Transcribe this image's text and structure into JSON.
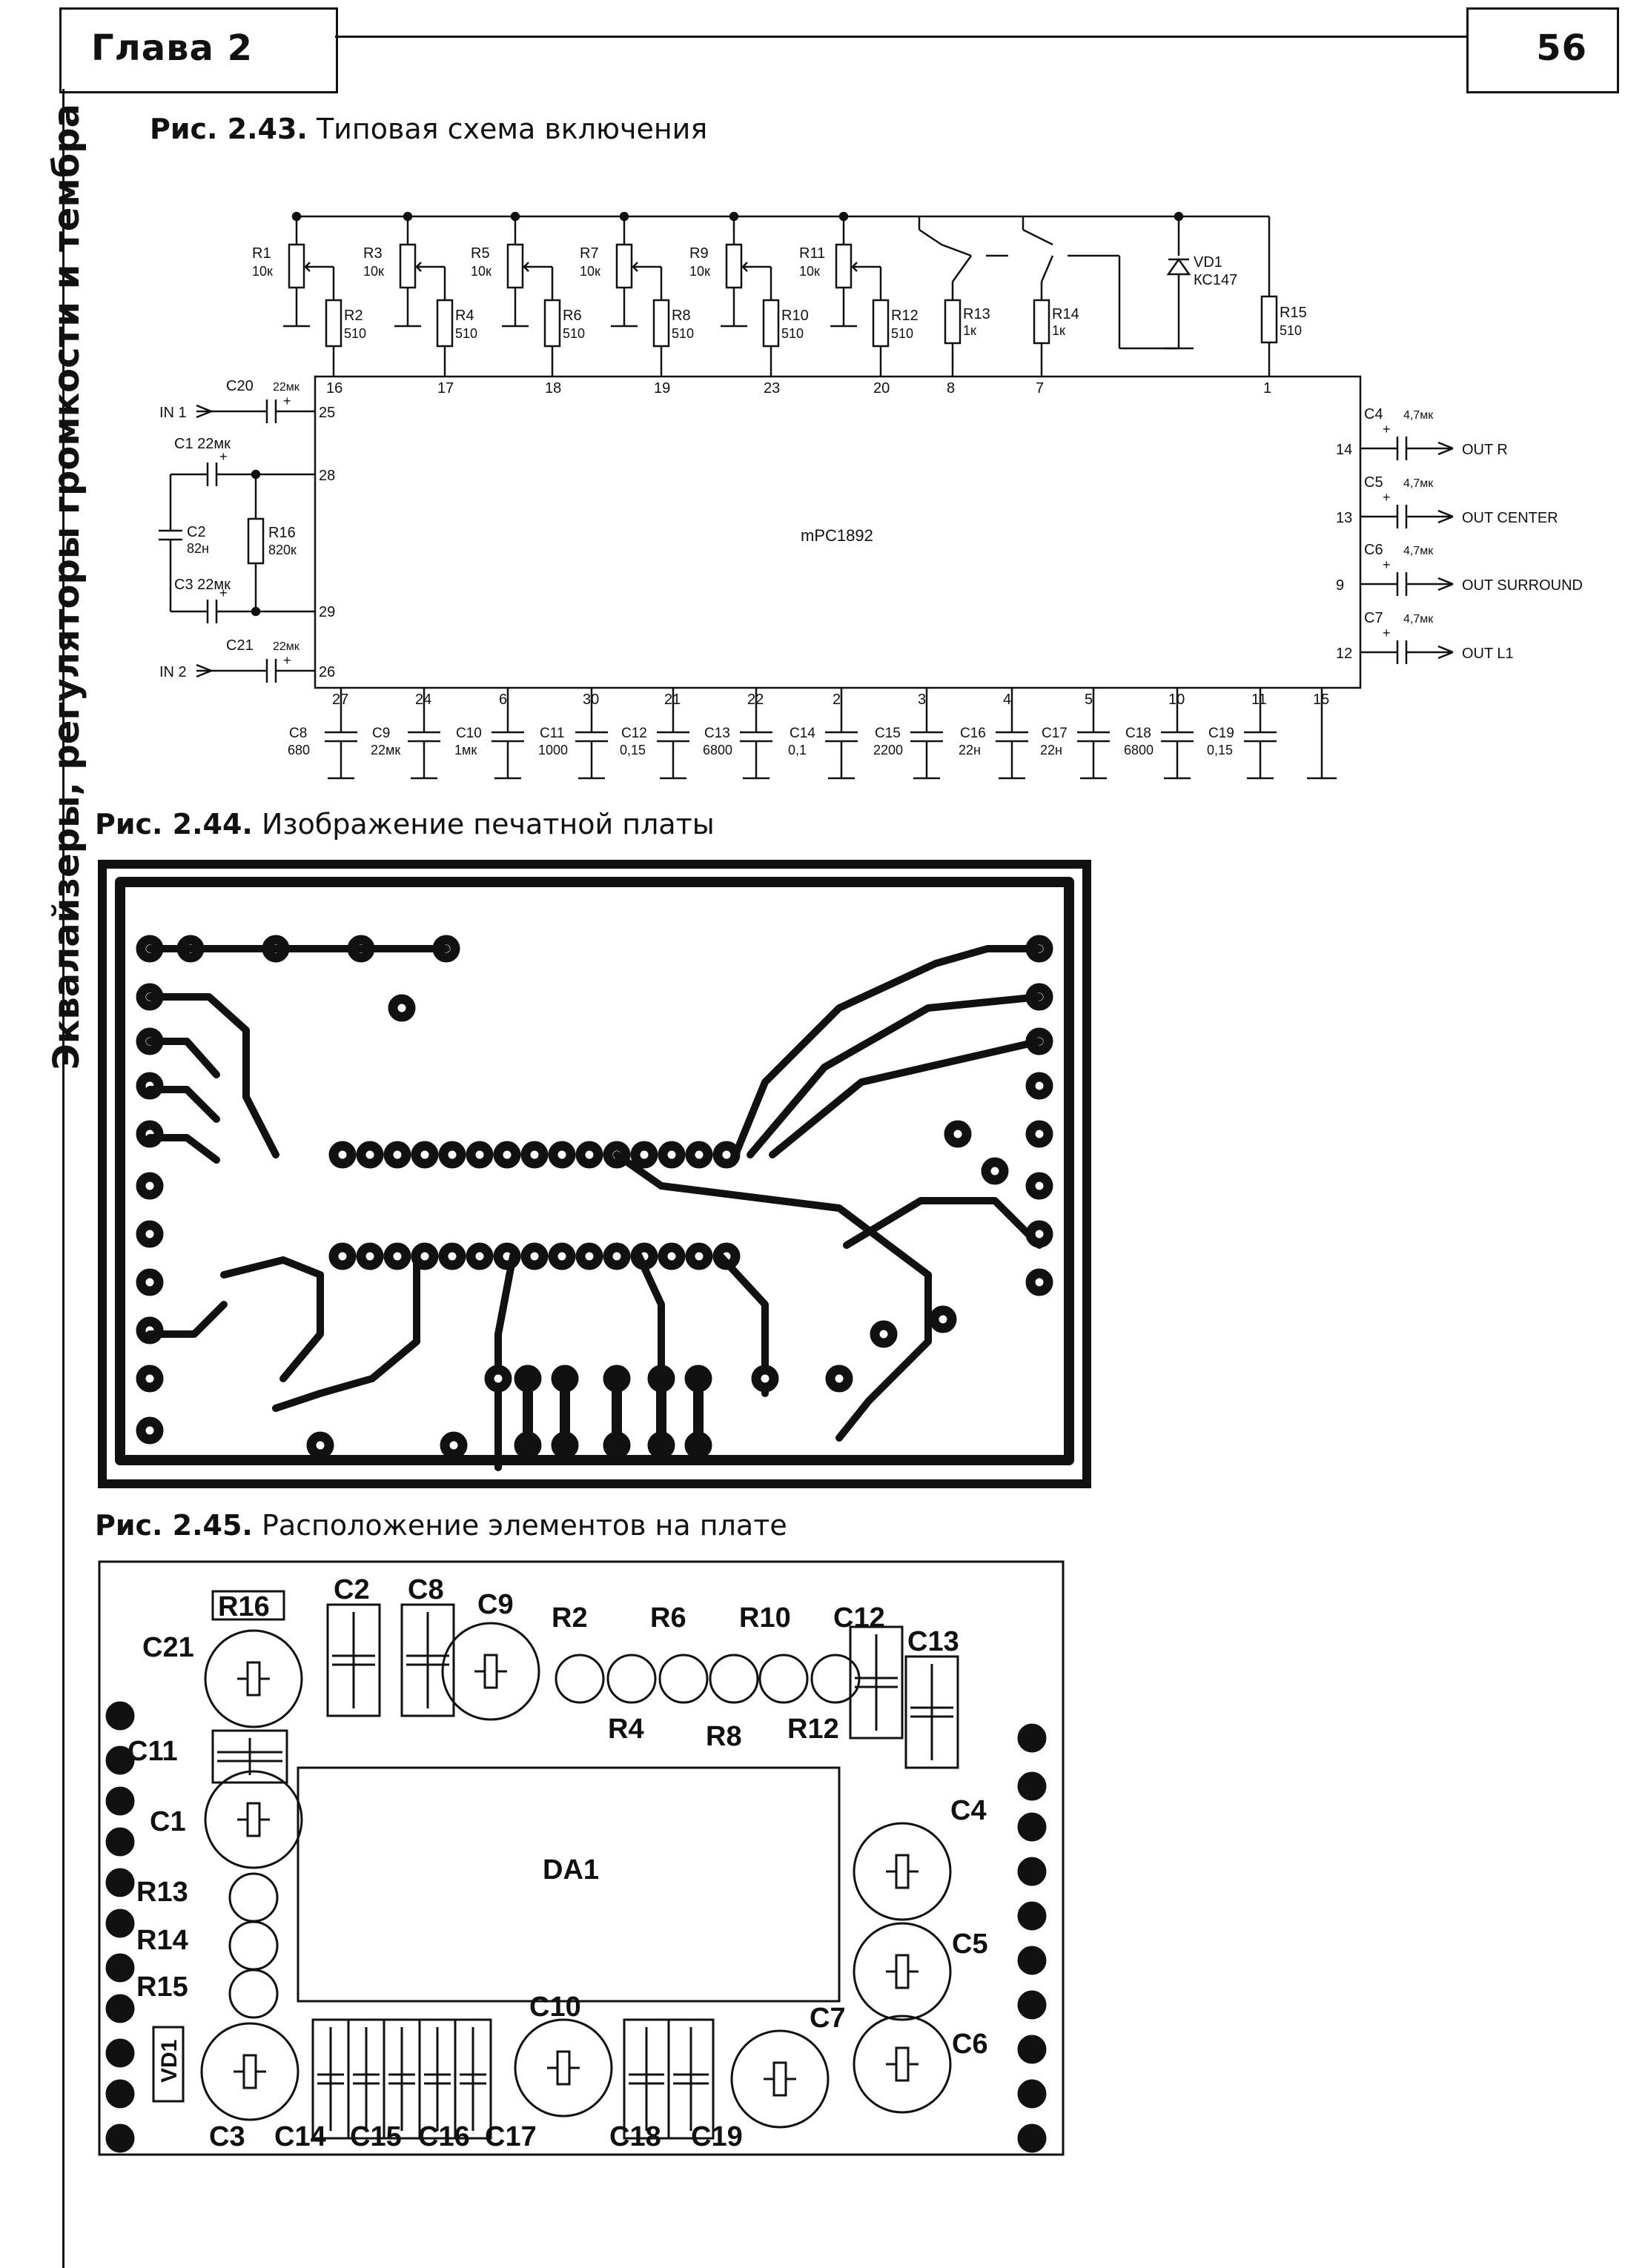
{
  "header": {
    "chapter": "Глава 2",
    "page_number": "56"
  },
  "side_title": "Эквалайзеры, регуляторы громкости и тембра",
  "fig43": {
    "label": "Рис. 2.43.",
    "title": "Типовая схема включения",
    "ic_name": "mPC1892",
    "pots": [
      {
        "r": "R1",
        "v": "10к",
        "rr": "R2",
        "rv": "510",
        "pin": "16"
      },
      {
        "r": "R3",
        "v": "10к",
        "rr": "R4",
        "rv": "510",
        "pin": "17"
      },
      {
        "r": "R5",
        "v": "10к",
        "rr": "R6",
        "rv": "510",
        "pin": "18"
      },
      {
        "r": "R7",
        "v": "10к",
        "rr": "R8",
        "rv": "510",
        "pin": "19"
      },
      {
        "r": "R9",
        "v": "10к",
        "rr": "R10",
        "rv": "510",
        "pin": "23"
      },
      {
        "r": "R11",
        "v": "10к",
        "rr": "R12",
        "rv": "510",
        "pin": "20"
      }
    ],
    "r13": {
      "name": "R13",
      "value": "1к",
      "pin": "8"
    },
    "r14": {
      "name": "R14",
      "value": "1к",
      "pin": "7"
    },
    "vd1": {
      "name": "VD1",
      "type": "КС147"
    },
    "r15": {
      "name": "R15",
      "value": "510",
      "pin": "1"
    },
    "inputs": [
      {
        "label": "IN 1",
        "cap": "C20",
        "value": "22мк",
        "pin": "25"
      },
      {
        "label": "IN 2",
        "cap": "C21",
        "value": "22мк",
        "pin": "26"
      }
    ],
    "c1": {
      "name": "C1",
      "value": "22мк",
      "pin": "28"
    },
    "c2": {
      "name": "C2",
      "value": "82н"
    },
    "r16": {
      "name": "R16",
      "value": "820к"
    },
    "c3": {
      "name": "C3",
      "value": "22мк",
      "pin": "29"
    },
    "outputs": [
      {
        "cap": "C4",
        "value": "4,7мк",
        "pin": "14",
        "label": "OUT R"
      },
      {
        "cap": "C5",
        "value": "4,7мк",
        "pin": "13",
        "label": "OUT CENTER"
      },
      {
        "cap": "C6",
        "value": "4,7мк",
        "pin": "9",
        "label": "OUT SURROUND"
      },
      {
        "cap": "C7",
        "value": "4,7мк",
        "pin": "12",
        "label": "OUT L1"
      }
    ],
    "bottom_caps": [
      {
        "pin": "27",
        "name": "C8",
        "value": "680"
      },
      {
        "pin": "24",
        "name": "C9",
        "value": "22мк"
      },
      {
        "pin": "6",
        "name": "C10",
        "value": "1мк"
      },
      {
        "pin": "30",
        "name": "C11",
        "value": "1000"
      },
      {
        "pin": "21",
        "name": "C12",
        "value": "0,15"
      },
      {
        "pin": "22",
        "name": "C13",
        "value": "6800"
      },
      {
        "pin": "2",
        "name": "C14",
        "value": "0,1"
      },
      {
        "pin": "3",
        "name": "C15",
        "value": "2200"
      },
      {
        "pin": "4",
        "name": "C16",
        "value": "22н"
      },
      {
        "pin": "5",
        "name": "C17",
        "value": "22н"
      },
      {
        "pin": "10",
        "name": "C18",
        "value": "6800"
      },
      {
        "pin": "11",
        "name": "C19",
        "value": "0,15"
      },
      {
        "pin": "15",
        "name": "",
        "value": ""
      }
    ]
  },
  "fig44": {
    "label": "Рис. 2.44.",
    "title": "Изображение печатной платы"
  },
  "fig45": {
    "label": "Рис. 2.45.",
    "title": "Расположение элементов на плате",
    "chip": "DA1",
    "labels": {
      "r16": "R16",
      "c21": "C21",
      "c2": "C2",
      "c8": "C8",
      "c9": "C9",
      "r2": "R2",
      "r6": "R6",
      "r10": "R10",
      "c12": "C12",
      "c13": "C13",
      "r4": "R4",
      "r8": "R8",
      "r12": "R12",
      "c11": "C11",
      "c1": "C1",
      "r13": "R13",
      "r14": "R14",
      "r15": "R15",
      "vd1": "VD1",
      "c4": "C4",
      "c5": "C5",
      "c6": "C6",
      "c7": "C7",
      "c10": "C10",
      "c3": "C3",
      "c14": "C14",
      "c15": "C15",
      "c16": "C16",
      "c17": "C17",
      "c18": "C18",
      "c19": "C19"
    }
  }
}
